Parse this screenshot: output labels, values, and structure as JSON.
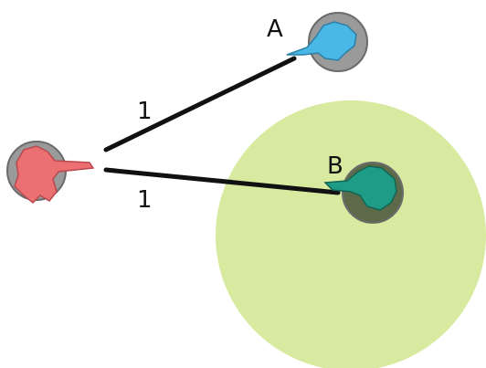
{
  "labels": {
    "unit_a": "A",
    "unit_b": "B",
    "distance_to_a": "1",
    "distance_to_b": "1"
  },
  "colors": {
    "background": "#ffffff",
    "cover_zone": "#d7ea9f",
    "base_gray": "#9a9a9a",
    "base_edge": "#6b6b6b",
    "base_dark": "#5d6a4a",
    "shooter_red": "#ec6f72",
    "unit_a_cyan": "#49b8e6",
    "unit_b_teal": "#1f9c86",
    "line": "#111111"
  },
  "icons": {
    "shooter": "red-soldier-figure-icon",
    "unit_a": "blue-soldier-figure-icon",
    "unit_b": "teal-soldier-figure-icon"
  }
}
